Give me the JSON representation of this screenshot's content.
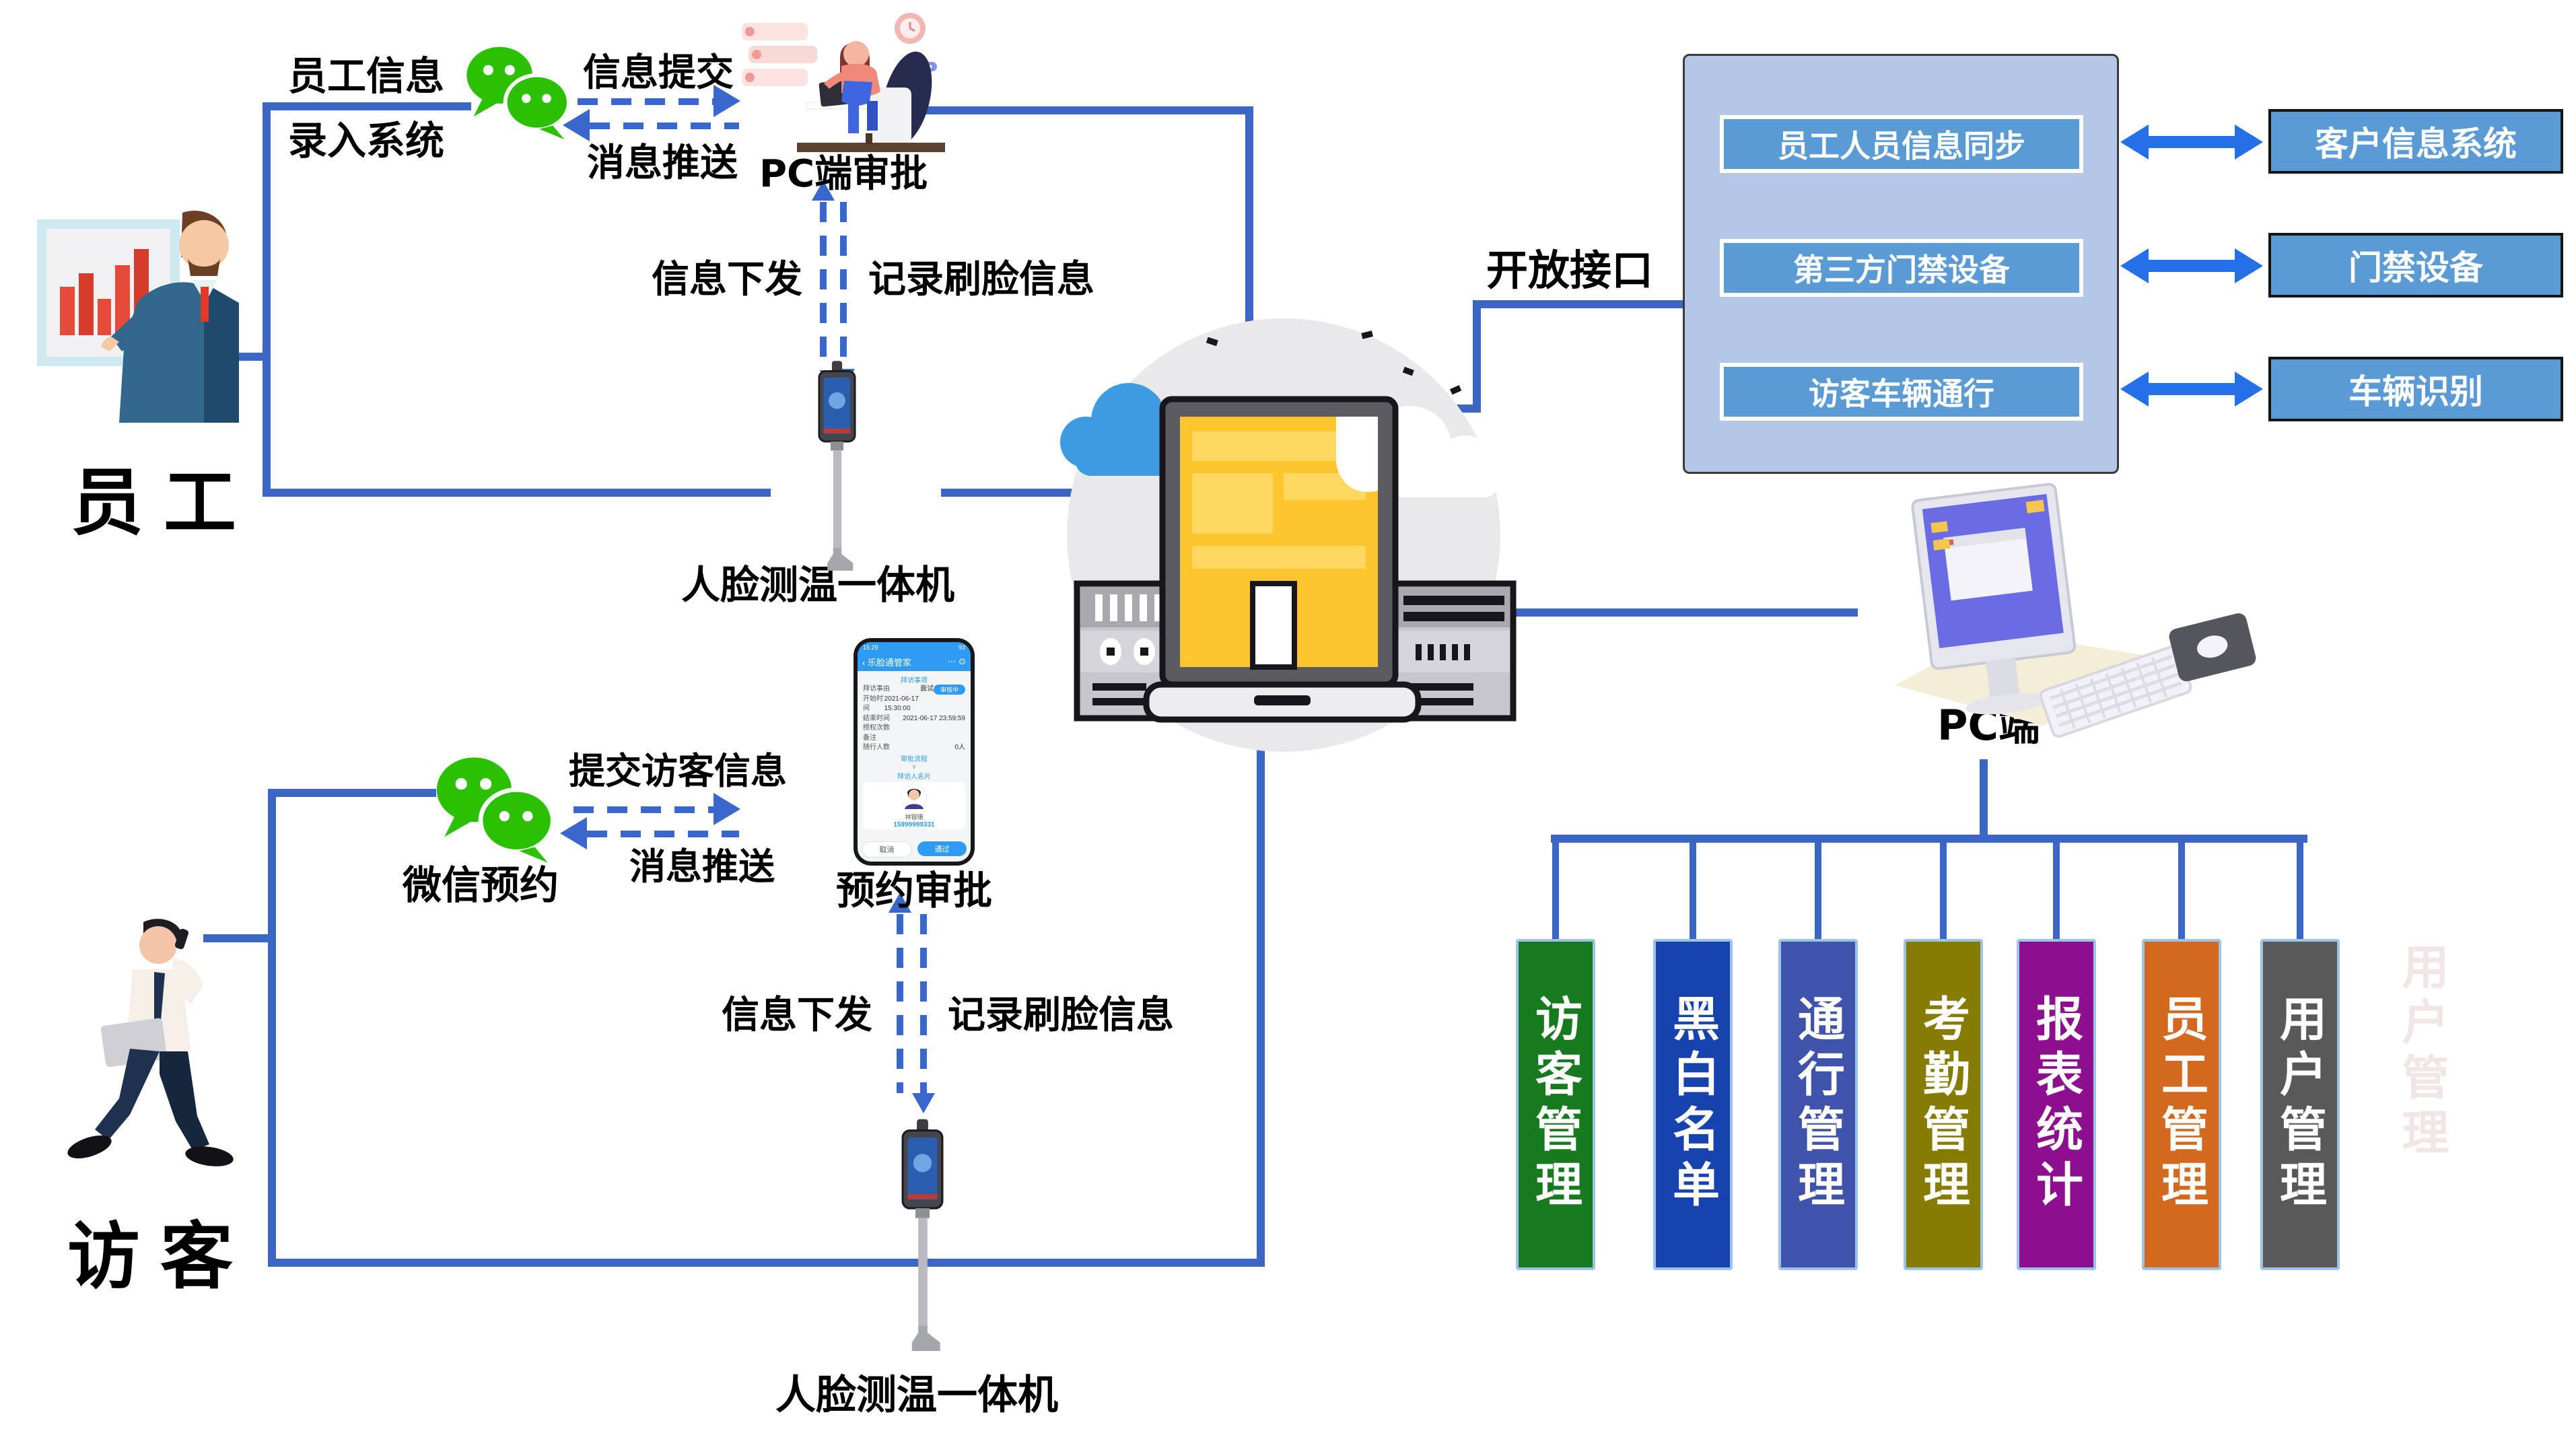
{
  "colors": {
    "connector_blue": "#3b66c4",
    "dashed_blue": "#3a67cb",
    "double_arrow_blue": "#2470e8",
    "wechat_green": "#2bc001",
    "panel_bg": "#b4c7e7",
    "node_blue": "#5b9bd5"
  },
  "employee_flow": {
    "actor": "员工",
    "entry_line1": "员工信息",
    "entry_line2": "录入系统",
    "submit": "信息提交",
    "push": "消息推送",
    "approve": "PC端审批",
    "send_down": "信息下发",
    "record": "记录刷脸信息",
    "device": "人脸测温一体机"
  },
  "visitor_flow": {
    "actor": "访客",
    "book": "微信预约",
    "submit": "提交访客信息",
    "push": "消息推送",
    "approve": "预约审批",
    "send_down": "信息下发",
    "record": "记录刷脸信息",
    "device": "人脸测温一体机"
  },
  "open_api": {
    "label": "开放接口",
    "items": [
      "员工人员信息同步",
      "第三方门禁设备",
      "访客车辆通行"
    ]
  },
  "external_systems": [
    "客户信息系统",
    "门禁设备",
    "车辆识别"
  ],
  "pc": {
    "label": "PC端"
  },
  "modules": {
    "items": [
      {
        "label": "访客管理",
        "color": "#177a1f"
      },
      {
        "label": "黑白名单",
        "color": "#1743ae"
      },
      {
        "label": "通行管理",
        "color": "#4053ab"
      },
      {
        "label": "考勤管理",
        "color": "#867c04"
      },
      {
        "label": "报表统计",
        "color": "#8d0e8e"
      },
      {
        "label": "员工管理",
        "color": "#d2691e"
      },
      {
        "label": "用户管理",
        "color": "#595959"
      }
    ],
    "ghost_label": "用户管理"
  },
  "phone": {
    "time": "15:29",
    "battery": "93",
    "back_icon": "‹",
    "app_title": "乐脸通管家",
    "menu_icon": "⋯ ⊙",
    "section_visit": "拜访事项",
    "status_badge": "审核中",
    "rows": [
      {
        "label": "拜访事由",
        "value": "面试"
      },
      {
        "label": "开始时间",
        "value": "2021-06-17 15:30:00"
      },
      {
        "label": "结束时间",
        "value": "2021-06-17 23:59:59"
      },
      {
        "label": "授权次数",
        "value": ""
      },
      {
        "label": "备注",
        "value": ""
      },
      {
        "label": "随行人数",
        "value": "0人"
      }
    ],
    "flow_link": "审批流程",
    "flow_chevron": "∨",
    "card_section": "拜访人名片",
    "visitor_name": "林银珊",
    "visitor_phone": "15999999331",
    "cancel": "取消",
    "approve": "通过"
  }
}
